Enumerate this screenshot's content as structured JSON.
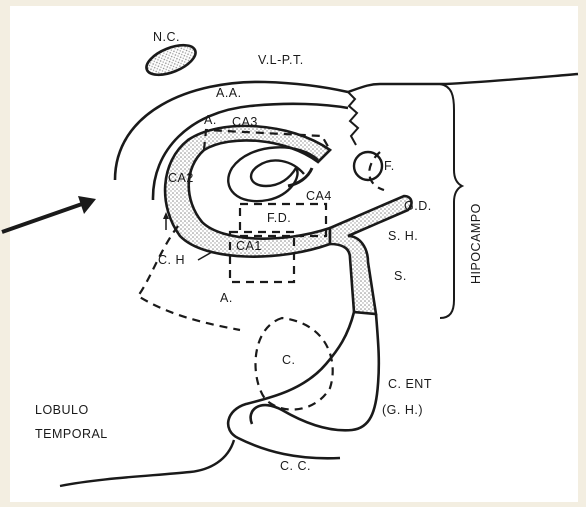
{
  "diagram": {
    "labels": {
      "nc": "N.C.",
      "vlpt": "V.L-P.T.",
      "aa": "A.A.",
      "a_upper": "A.",
      "ca3": "CA3",
      "ca2": "CA2",
      "ca4": "CA4",
      "fd": "F.D.",
      "ca1": "CA1",
      "ch": "C. H",
      "a_lower": "A.",
      "f": "F.",
      "gd": "G.D.",
      "sh": "S. H.",
      "s": "S.",
      "hipocampo": "HIPOCAMPO",
      "c": "C.",
      "cent": "C. ENT",
      "gh": "(G. H.)",
      "lobulo": "LOBULO",
      "temporal": "TEMPORAL",
      "cc": "C. C."
    },
    "colors": {
      "background": "#ffffff",
      "border": "#f3eee1",
      "ink": "#1a1a1a",
      "stipple": "#b5b5b5"
    }
  }
}
